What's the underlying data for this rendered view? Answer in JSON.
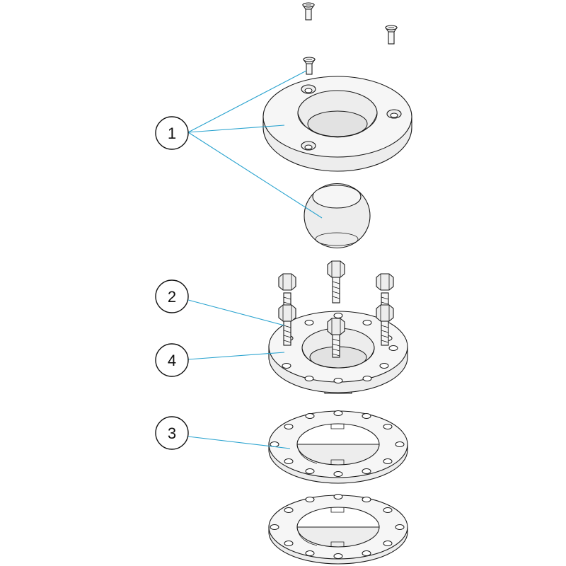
{
  "colors": {
    "leader": "#2aa3cf",
    "outline": "#1a1a1a",
    "part_fill": "#ededed"
  },
  "callouts": [
    {
      "id": "1",
      "label": "1"
    },
    {
      "id": "2",
      "label": "2"
    },
    {
      "id": "4",
      "label": "4"
    },
    {
      "id": "3",
      "label": "3"
    }
  ]
}
